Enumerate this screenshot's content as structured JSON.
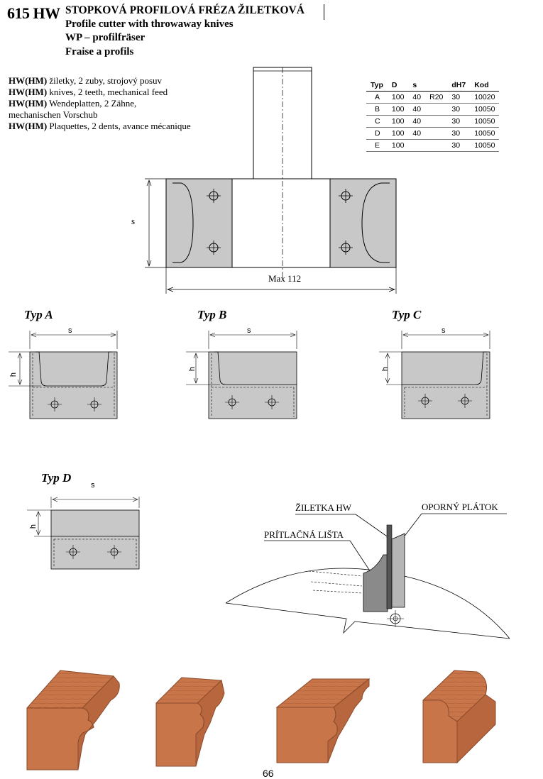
{
  "product": {
    "code": "615 HW",
    "titles": [
      "STOPKOVÁ PROFILOVÁ  FRÉZA ŽILETKOVÁ",
      "Profile cutter with throwaway knives",
      "WP – profilfräser",
      "Fraise a profils"
    ]
  },
  "description": [
    {
      "prefix": "HW(HM)",
      "text": " žiletky, 2 zuby, strojový posuv"
    },
    {
      "prefix": "HW(HM)",
      "text": " knives, 2 teeth, mechanical feed"
    },
    {
      "prefix": "HW(HM)",
      "text": " Wendeplatten, 2 Zähne,"
    },
    {
      "prefix": "",
      "text": "mechanischen Vorschub"
    },
    {
      "prefix": "HW(HM)",
      "text": " Plaquettes, 2 dents, avance mécanique"
    }
  ],
  "spec_table": {
    "headers": [
      "Typ",
      "D",
      "s",
      "",
      "dH7",
      "Kod"
    ],
    "rows": [
      [
        "A",
        "100",
        "40",
        "R20",
        "30",
        "10020"
      ],
      [
        "B",
        "100",
        "40",
        "",
        "30",
        "10050"
      ],
      [
        "C",
        "100",
        "40",
        "",
        "30",
        "10050"
      ],
      [
        "D",
        "100",
        "40",
        "",
        "30",
        "10050"
      ],
      [
        "E",
        "100",
        "",
        "",
        "30",
        "10050"
      ]
    ]
  },
  "main_drawing": {
    "s_label": "s",
    "width_label": "Max 112"
  },
  "types": [
    {
      "label": "Typ A",
      "s": "s",
      "h": "h"
    },
    {
      "label": "Typ B",
      "s": "s",
      "h": "h"
    },
    {
      "label": "Typ C",
      "s": "s",
      "h": "h"
    },
    {
      "label": "Typ D",
      "s": "s",
      "h": "h"
    }
  ],
  "knife_diagram": {
    "label_knife": "ŽILETKA HW",
    "label_support": "OPORNÝ PLÁTOK",
    "label_clamp": "PRÍTLAČNÁ LIŠTA"
  },
  "colors": {
    "knife_gray": "#c8c8c8",
    "wood": "#c9754a",
    "wood_dark": "#8a4a2a"
  },
  "page_number": "66"
}
